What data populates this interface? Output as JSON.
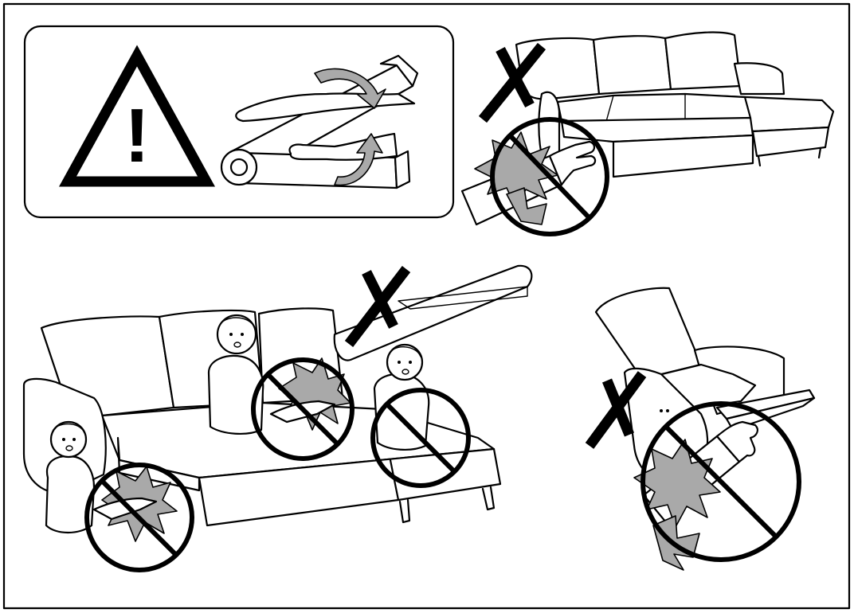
{
  "warning": {
    "glyph": "!",
    "icon": "warning-triangle-icon"
  },
  "colors": {
    "line": "#000000",
    "paper": "#ffffff",
    "impact_fill": "#a9a9a9",
    "arrow_fill": "#a9a9a9"
  },
  "icons": [
    "warning-triangle-icon",
    "prohibition-sign-icon",
    "cross-mark-icon",
    "pinch-impact-icon",
    "rotation-arrow-icon"
  ],
  "panels": {
    "top_left": "hinge-pinch-hazard",
    "top_right": "sofa-bed-mechanism-pinch",
    "bottom_left": "storage-lid-and-children",
    "bottom_right": "recliner-footrest-pinch"
  }
}
